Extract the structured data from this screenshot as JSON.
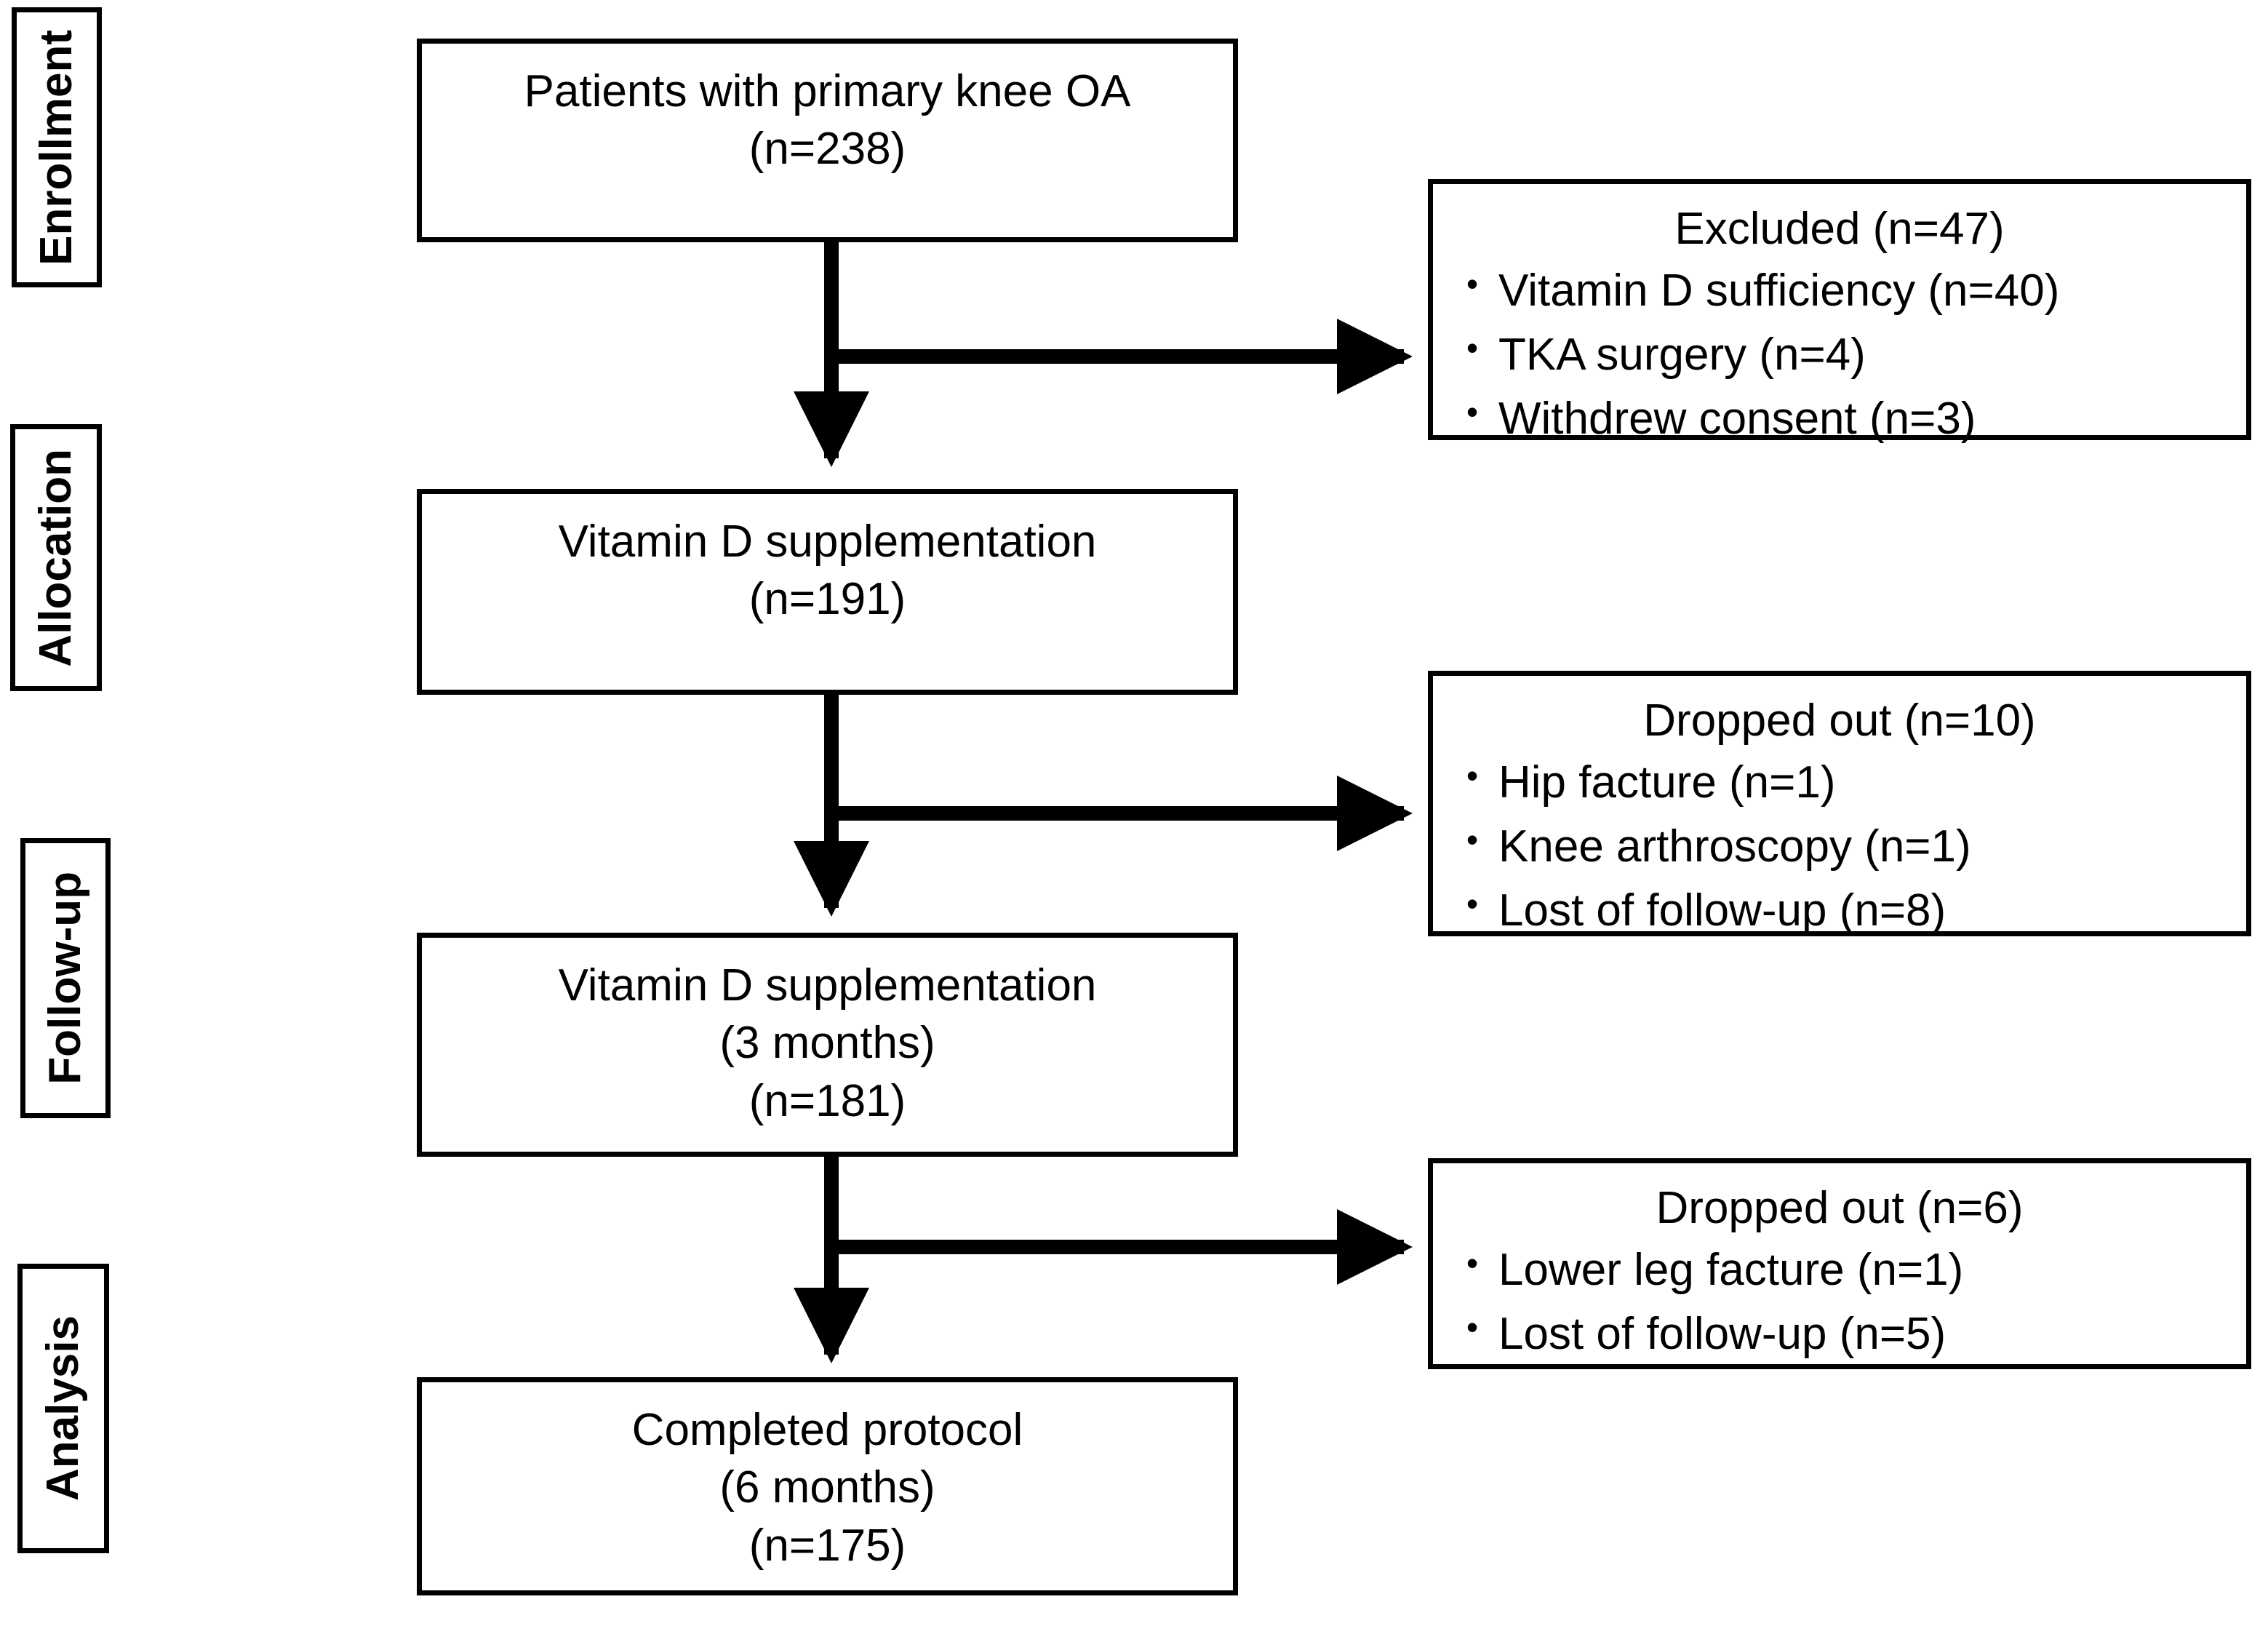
{
  "diagram": {
    "title": "CONSORT participant flow diagram",
    "line_color": "#000000",
    "background": "#ffffff"
  },
  "stages": [
    {
      "label": "Enrollment"
    },
    {
      "label": "Allocation"
    },
    {
      "label": "Follow-up"
    },
    {
      "label": "Analysis"
    }
  ],
  "main_boxes": [
    {
      "id": "enrolled",
      "lines": [
        "Patients with primary knee OA",
        "(n=238)"
      ],
      "line1": "Patients with primary knee OA",
      "line2": "(n=238)",
      "line3": "",
      "n": 238
    },
    {
      "id": "allocated",
      "lines": [
        "Vitamin D supplementation",
        "(n=191)"
      ],
      "line1": "Vitamin D supplementation",
      "line2": "(n=191)",
      "line3": "",
      "n": 191
    },
    {
      "id": "followup-3mo",
      "lines": [
        "Vitamin D supplementation",
        "(3 months)",
        "(n=181)"
      ],
      "line1": "Vitamin D supplementation",
      "line2": "(3 months)",
      "line3": "(n=181)",
      "n": 181
    },
    {
      "id": "completed-6mo",
      "lines": [
        "Completed protocol",
        "(6 months)",
        "(n=175)"
      ],
      "line1": "Completed protocol",
      "line2": "(6 months)",
      "line3": "(n=175)",
      "n": 175
    }
  ],
  "side_boxes": [
    {
      "id": "excluded",
      "title": "Excluded (n=47)",
      "total": 47,
      "bullet": "•",
      "items": [
        {
          "label": "Vitamin D sufficiency (n=40)",
          "n": 40
        },
        {
          "label": "TKA surgery (n=4)",
          "n": 4
        },
        {
          "label": "Withdrew consent (n=3)",
          "n": 3
        }
      ]
    },
    {
      "id": "dropped-out-1",
      "title": "Dropped out (n=10)",
      "total": 10,
      "bullet": "•",
      "items": [
        {
          "label": "Hip facture (n=1)",
          "n": 1
        },
        {
          "label": "Knee arthroscopy (n=1)",
          "n": 1
        },
        {
          "label": "Lost of follow-up (n=8)",
          "n": 8
        }
      ]
    },
    {
      "id": "dropped-out-2",
      "title": "Dropped out (n=6)",
      "total": 6,
      "bullet": "•",
      "items": [
        {
          "label": "Lower leg facture (n=1)",
          "n": 1
        },
        {
          "label": "Lost of follow-up (n=5)",
          "n": 5
        }
      ]
    }
  ],
  "chart_data": {
    "type": "diagram",
    "subtype": "consort-flow",
    "title": "CONSORT participant flow diagram",
    "stages": [
      "Enrollment",
      "Allocation",
      "Follow-up",
      "Analysis"
    ],
    "nodes": [
      {
        "id": "enrolled",
        "stage": "Enrollment",
        "label": "Patients with primary knee OA",
        "n": 238
      },
      {
        "id": "excluded",
        "stage": "Enrollment",
        "label": "Excluded",
        "n": 47,
        "reasons": [
          {
            "label": "Vitamin D sufficiency",
            "n": 40
          },
          {
            "label": "TKA surgery",
            "n": 4
          },
          {
            "label": "Withdrew consent",
            "n": 3
          }
        ]
      },
      {
        "id": "allocated",
        "stage": "Allocation",
        "label": "Vitamin D supplementation",
        "n": 191
      },
      {
        "id": "dropped-out-1",
        "stage": "Allocation",
        "label": "Dropped out",
        "n": 10,
        "reasons": [
          {
            "label": "Hip facture",
            "n": 1
          },
          {
            "label": "Knee arthroscopy",
            "n": 1
          },
          {
            "label": "Lost of follow-up",
            "n": 8
          }
        ]
      },
      {
        "id": "followup-3mo",
        "stage": "Follow-up",
        "label": "Vitamin D supplementation (3 months)",
        "n": 181
      },
      {
        "id": "dropped-out-2",
        "stage": "Follow-up",
        "label": "Dropped out",
        "n": 6,
        "reasons": [
          {
            "label": "Lower leg facture",
            "n": 1
          },
          {
            "label": "Lost of follow-up",
            "n": 5
          }
        ]
      },
      {
        "id": "completed-6mo",
        "stage": "Analysis",
        "label": "Completed protocol (6 months)",
        "n": 175
      }
    ],
    "edges": [
      {
        "from": "enrolled",
        "to": "allocated",
        "type": "down"
      },
      {
        "from": "enrolled",
        "to": "excluded",
        "type": "branch-right"
      },
      {
        "from": "allocated",
        "to": "followup-3mo",
        "type": "down"
      },
      {
        "from": "allocated",
        "to": "dropped-out-1",
        "type": "branch-right"
      },
      {
        "from": "followup-3mo",
        "to": "completed-6mo",
        "type": "down"
      },
      {
        "from": "followup-3mo",
        "to": "dropped-out-2",
        "type": "branch-right"
      }
    ]
  }
}
